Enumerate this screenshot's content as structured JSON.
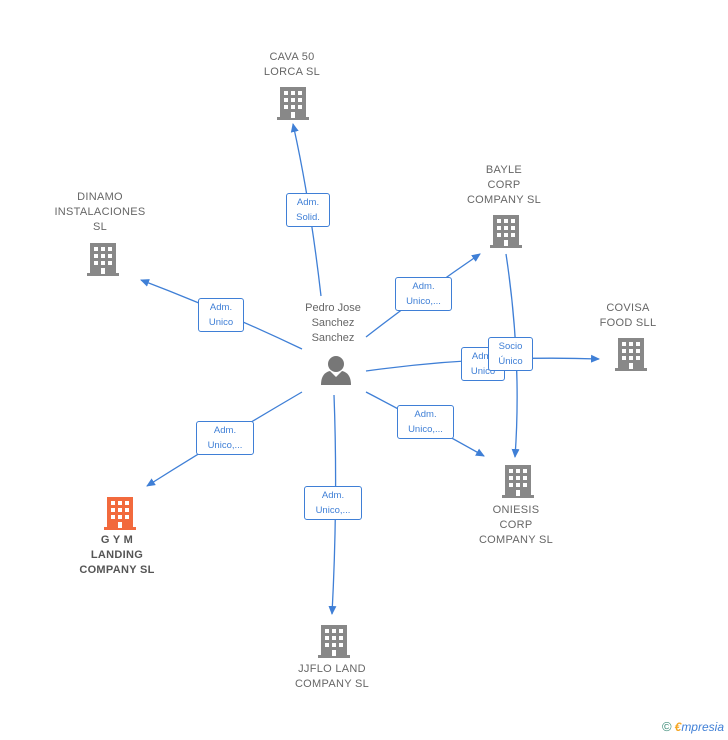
{
  "colors": {
    "edge": "#3f7fd6",
    "building": "#888888",
    "building_highlight": "#f26a3d",
    "person": "#777777"
  },
  "center": {
    "name": "Pedro Jose\nSanchez\nSanchez",
    "icon": "person-icon"
  },
  "companies": [
    {
      "id": "cava",
      "name": "CAVA 50\nLORCA  SL",
      "icon": "building-icon",
      "highlight": false
    },
    {
      "id": "dinamo",
      "name": "DINAMO\nINSTALACIONES\nSL",
      "icon": "building-icon",
      "highlight": false
    },
    {
      "id": "bayle",
      "name": "BAYLE\nCORP\nCOMPANY  SL",
      "icon": "building-icon",
      "highlight": false
    },
    {
      "id": "covisa",
      "name": "COVISA\nFOOD  SLL",
      "icon": "building-icon",
      "highlight": false
    },
    {
      "id": "oniesis",
      "name": "ONIESIS\nCORP\nCOMPANY  SL",
      "icon": "building-icon",
      "highlight": false
    },
    {
      "id": "gym",
      "name": "G Y M\nLANDING\nCOMPANY  SL",
      "icon": "building-icon",
      "highlight": true
    },
    {
      "id": "jjflo",
      "name": "JJFLO LAND\nCOMPANY  SL",
      "icon": "building-icon",
      "highlight": false
    }
  ],
  "relations": [
    {
      "id": "r-cava",
      "label": "Adm.\nSolid."
    },
    {
      "id": "r-dinamo",
      "label": "Adm.\nUnico"
    },
    {
      "id": "r-bayle",
      "label": "Adm.\nUnico,..."
    },
    {
      "id": "r-covisa",
      "label": "Adm.\nUnico"
    },
    {
      "id": "r-oniesis",
      "label": "Adm.\nUnico,..."
    },
    {
      "id": "r-gym",
      "label": "Adm.\nUnico,..."
    },
    {
      "id": "r-jjflo",
      "label": "Adm.\nUnico,..."
    },
    {
      "id": "r-bayle-oniesis",
      "label": "Socio\nÚnico"
    },
    {
      "id": "r-bayle-covisa",
      "label": ""
    }
  ],
  "footer": {
    "copyright": "©",
    "brand_e": "€",
    "brand": "mpresia"
  }
}
